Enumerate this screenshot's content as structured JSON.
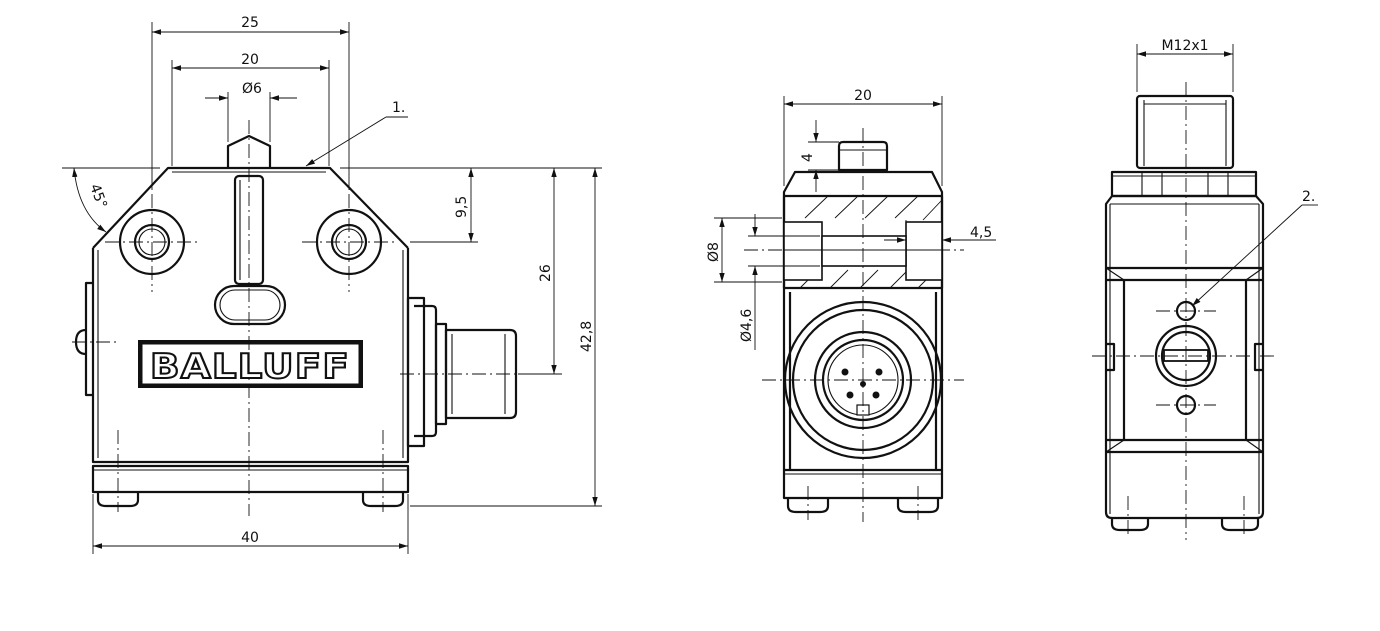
{
  "front_view": {
    "dim_width_top": "25",
    "dim_width_mid": "20",
    "dim_plunger_dia": "Ø6",
    "dim_angle": "45°",
    "dim_holes_height": "9,5",
    "dim_connector_height": "26",
    "dim_total_height": "42,8",
    "dim_total_width": "40",
    "callout_1": "1.",
    "logo": "BALLUFF"
  },
  "side_view": {
    "dim_width": "20",
    "dim_plunger_height": "4",
    "dim_bore_dia": "Ø8",
    "dim_counterbore": "4,5",
    "dim_hole_dia": "Ø4,6"
  },
  "rear_view": {
    "dim_thread": "M12x1",
    "callout_2": "2."
  }
}
